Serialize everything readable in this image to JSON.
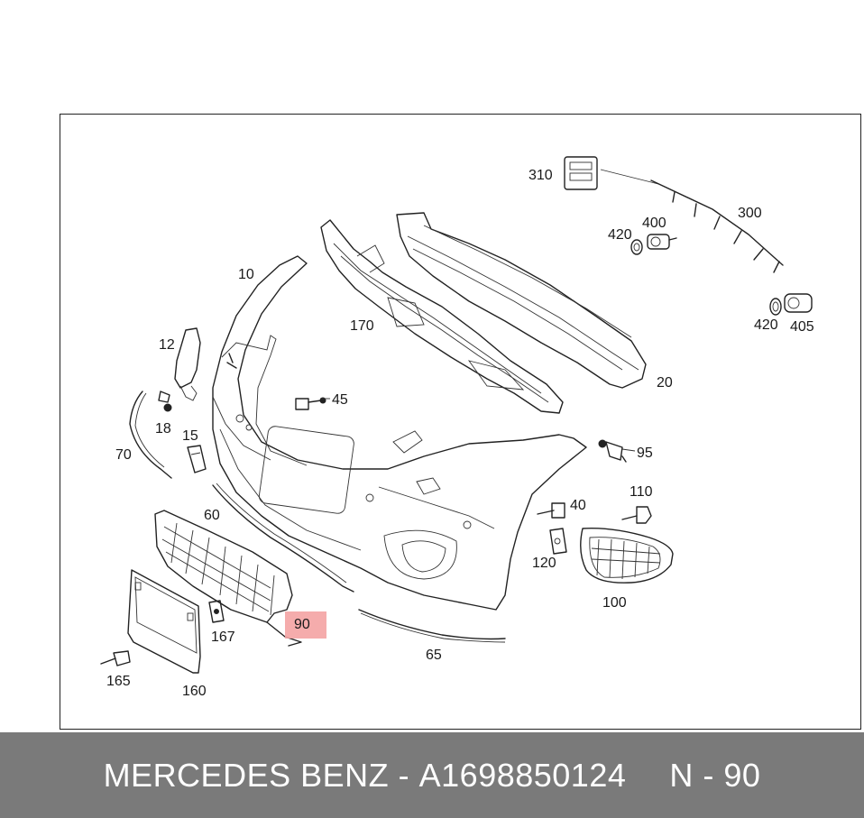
{
  "diagram": {
    "labels": {
      "p10": "10",
      "p12": "12",
      "p15": "15",
      "p18": "18",
      "p20": "20",
      "p40": "40",
      "p45": "45",
      "p60": "60",
      "p65": "65",
      "p70": "70",
      "p90": "90",
      "p95": "95",
      "p100": "100",
      "p110": "110",
      "p120": "120",
      "p160": "160",
      "p165": "165",
      "p167": "167",
      "p170": "170",
      "p300": "300",
      "p310": "310",
      "p400": "400",
      "p405": "405",
      "p420a": "420",
      "p420b": "420"
    },
    "highlight_color": "#f4a3a3"
  },
  "footer": {
    "brand": "MERCEDES BENZ",
    "separator": "-",
    "part_number": "A1698850124",
    "position": "N - 90"
  }
}
